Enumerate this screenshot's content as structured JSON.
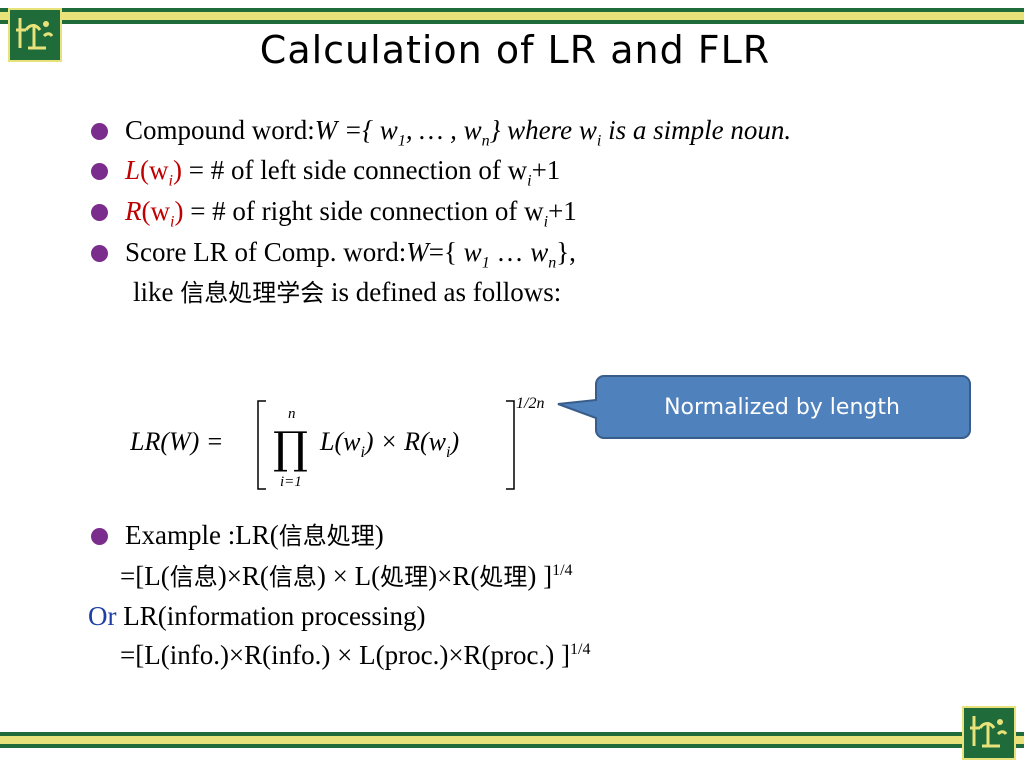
{
  "slide": {
    "title": "Calculation of LR and FLR",
    "colors": {
      "band_green": "#1f6b3a",
      "band_yellow": "#e8e27a",
      "bullet": "#7a2d8c",
      "red": "#c00000",
      "blue": "#1f3fa6",
      "callout_fill": "#4f81bd",
      "callout_border": "#385d8a"
    },
    "logos": [
      "logo-top-left",
      "logo-bottom-right"
    ]
  },
  "bullets": {
    "b1": {
      "label": "Compound word:",
      "W": "W",
      "eqopen": " ={ ",
      "w": "w",
      "s1": "1",
      "mid": ", … , ",
      "n": "n",
      "close": "} where ",
      "wi": "w",
      "i": "i",
      "tail": " is a simple noun."
    },
    "b2": {
      "L": "L",
      "open": "(w",
      "i": "i",
      "close": ")",
      "text": " = # of left side connection of w",
      "i2": "i",
      "plus": "+1"
    },
    "b3": {
      "R": "R",
      "open": "(w",
      "i": "i",
      "close": ")",
      "text": " = # of right side connection of w",
      "i2": "i",
      "plus": "+1"
    },
    "b4": {
      "text": "Score LR of Comp. word:",
      "W": "W",
      "eq": "={ ",
      "w1": "w",
      "s1": "1",
      "dots": " … ",
      "wn": "w",
      "n": "n",
      "close": "},",
      "like": "like ",
      "cjk": "信息処理学会",
      "defined": " is defined as follows:"
    }
  },
  "formula": {
    "lhs": "LR(W) =",
    "prod": "∏",
    "upper": "n",
    "lower": "i=1",
    "body": "L(w",
    "i1": "i",
    "times": ") × R(w",
    "i2": "i",
    "end": ")",
    "exponent": "1/2n"
  },
  "callout": {
    "text": "Normalized by length"
  },
  "example": {
    "label": "Example :LR(",
    "cjk1": "信息処理",
    "close1": ")",
    "l2a": "=[L(",
    "c_info1": "信息",
    "l2b": ")×R(",
    "c_info2": "信息",
    "l2c": ") × L(",
    "c_proc1": "処理",
    "l2d": ")×R(",
    "c_proc2": "処理",
    "l2e": ") ]",
    "exp1": "1/4",
    "or": "Or",
    "or_text": " LR(information processing)",
    "l4": "=[L(info.)×R(info.) × L(proc.)×R(proc.) ]",
    "exp2": "1/4"
  }
}
